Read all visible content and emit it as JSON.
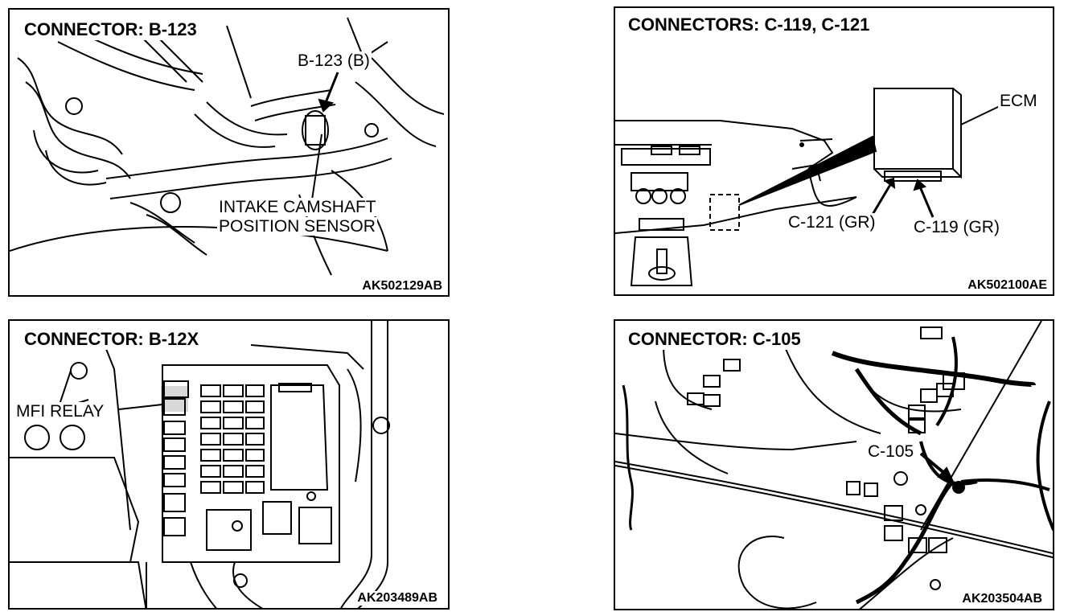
{
  "panels": [
    {
      "title": "CONNECTOR: B-123",
      "labels": [
        "B-123 (B)",
        "INTAKE CAMSHAFT",
        "POSITION SENSOR"
      ],
      "code": "AK502129AB"
    },
    {
      "title": "CONNECTORS: C-119, C-121",
      "labels": [
        "ECM",
        "C-121 (GR)",
        "C-119 (GR)"
      ],
      "code": "AK502100AE"
    },
    {
      "title": "CONNECTOR: B-12X",
      "labels": [
        "MFI RELAY"
      ],
      "code": "AK203489AB"
    },
    {
      "title": "CONNECTOR: C-105",
      "labels": [
        "C-105"
      ],
      "code": "AK203504AB"
    }
  ]
}
